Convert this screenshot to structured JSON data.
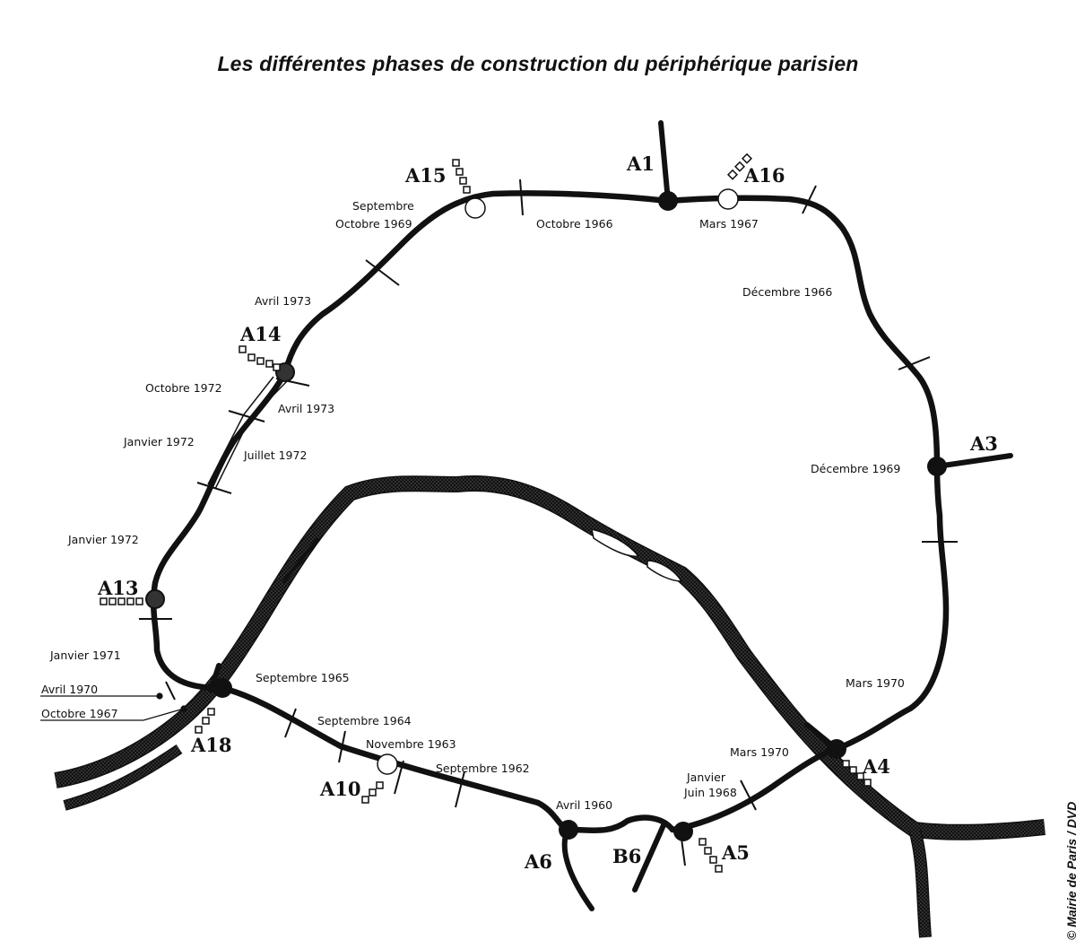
{
  "title": "Les différentes phases de construction du périphérique parisien",
  "credit": "© Mairie de Paris / DVD",
  "motorways": {
    "a1": "A1",
    "a3": "A3",
    "a4": "A4",
    "a5": "A5",
    "a6": "A6",
    "b6": "B6",
    "a10": "A10",
    "a13": "A13",
    "a14": "A14",
    "a15": "A15",
    "a16": "A16",
    "a18": "A18"
  },
  "dates": {
    "octobre_1966": "Octobre 1966",
    "mars_1967": "Mars 1967",
    "decembre_1966": "Décembre 1966",
    "decembre_1969": "Décembre 1969",
    "mars_1970_east": "Mars 1970",
    "mars_1970_south": "Mars 1970",
    "janvier": "Janvier",
    "juin_1968": "Juin 1968",
    "avril_1960": "Avril 1960",
    "septembre_1962": "Septembre 1962",
    "novembre_1963": "Novembre 1963",
    "septembre_1964": "Septembre 1964",
    "septembre_1965": "Septembre 1965",
    "octobre_1967": "Octobre 1967",
    "avril_1970": "Avril 1970",
    "janvier_1971": "Janvier 1971",
    "janvier_1972_west": "Janvier 1972",
    "janvier_1972_spur": "Janvier 1972",
    "juillet_1972": "Juillet 1972",
    "octobre_1972": "Octobre 1972",
    "avril_1973_spur": "Avril 1973",
    "avril_1973_north": "Avril 1973",
    "septembre": "Septembre",
    "octobre_1969": "Octobre 1969"
  },
  "colors": {
    "ink": "#111111",
    "river": "#ffffff",
    "paper": "#ffffff"
  }
}
